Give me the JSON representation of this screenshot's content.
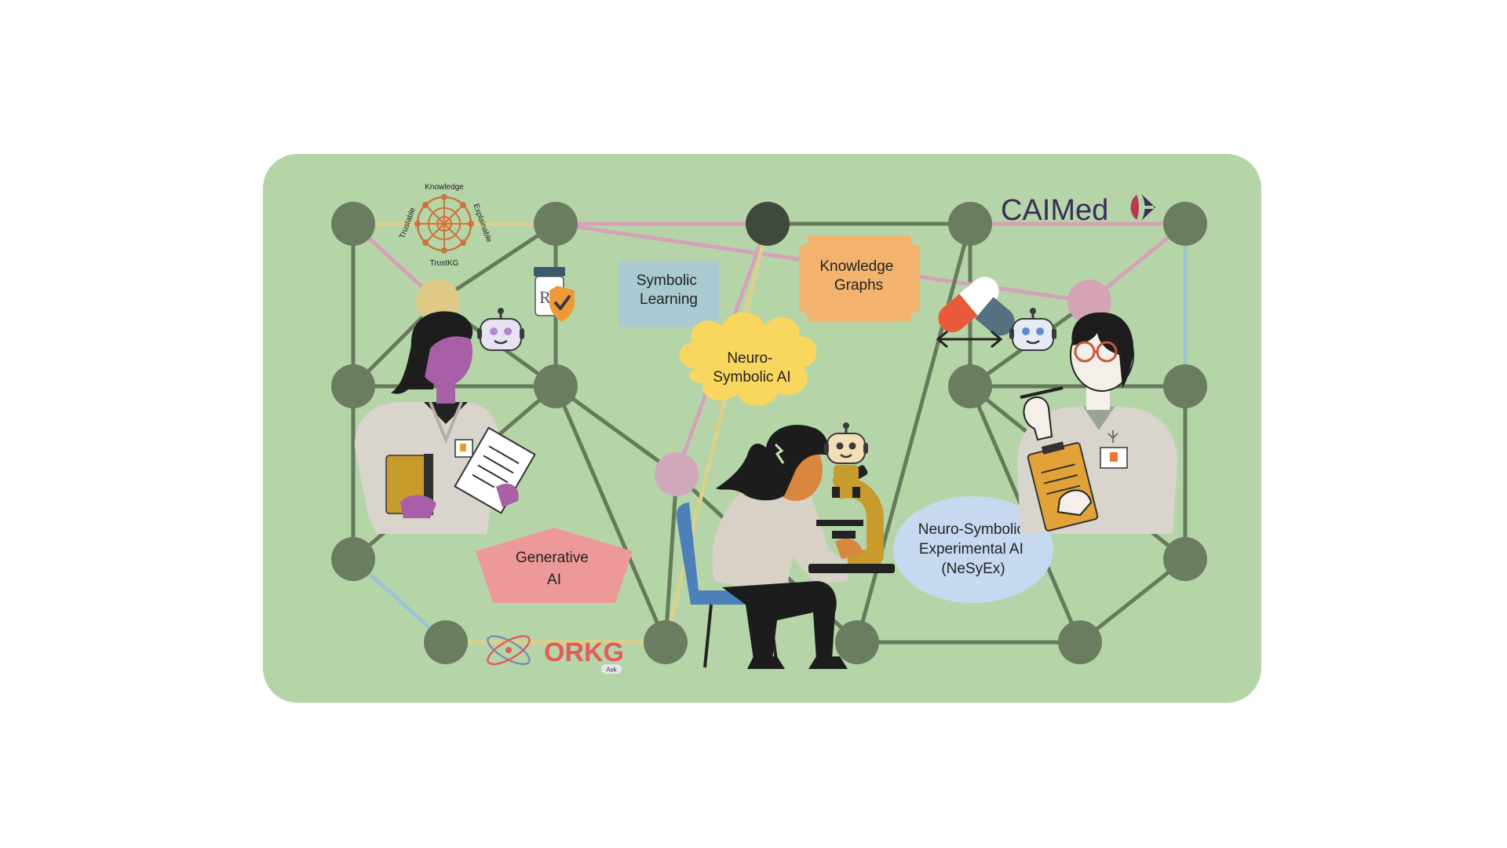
{
  "colors": {
    "page_background": "#ffffff",
    "panel_background": "#b5d5a8",
    "node": "#6a7d60",
    "node_dark": "#3f4a3c",
    "edge": "#667a5c",
    "edge_blue": "#9cc4d1",
    "edge_pink": "#d6a2b9",
    "edge_yellow": "#ddd08b",
    "accent_tan": "#dfc987",
    "accent_pink": "#d4a3b6",
    "accent_mauve": "#d3a7bb"
  },
  "labels": {
    "symbolic_learning": "Symbolic Learning",
    "knowledge_graphs": "Knowledge Graphs",
    "neuro_symbolic_ai": "Neuro-Symbolic AI",
    "generative_ai": "Generative AI",
    "nesyex": "Neuro-Symbolic Experimental AI (NeSyEx)"
  },
  "shape_colors": {
    "symbolic_learning": "#a9cad1",
    "knowledge_graphs": "#f3b36f",
    "neuro_symbolic_ai": "#f9d65e",
    "generative_ai": "#ee9999",
    "nesyex": "#c7d9f0"
  },
  "logos": {
    "trustkg": {
      "top": "Knowledge",
      "left": "Trustable",
      "right": "Explainable",
      "bottom": "TrustKG",
      "color": "#c8763f"
    },
    "caimed": {
      "text": "CAIMed",
      "color": "#3b2d5c",
      "accent": "#b93a55"
    },
    "orkg": {
      "text": "ORKG",
      "badge": "Ask",
      "color": "#e25c5c"
    }
  },
  "icons": {
    "prescription": "Rx",
    "robots": [
      "robot-icon",
      "robot-icon",
      "robot-icon"
    ],
    "pill": "pill-icon",
    "arrows": "double-arrow-icon",
    "microscope": "microscope-icon"
  },
  "figures": {
    "left_scientist": "woman-scientist-with-documents",
    "center_scientist": "woman-scientist-with-microscope",
    "right_scientist": "man-scientist-with-clipboard"
  }
}
